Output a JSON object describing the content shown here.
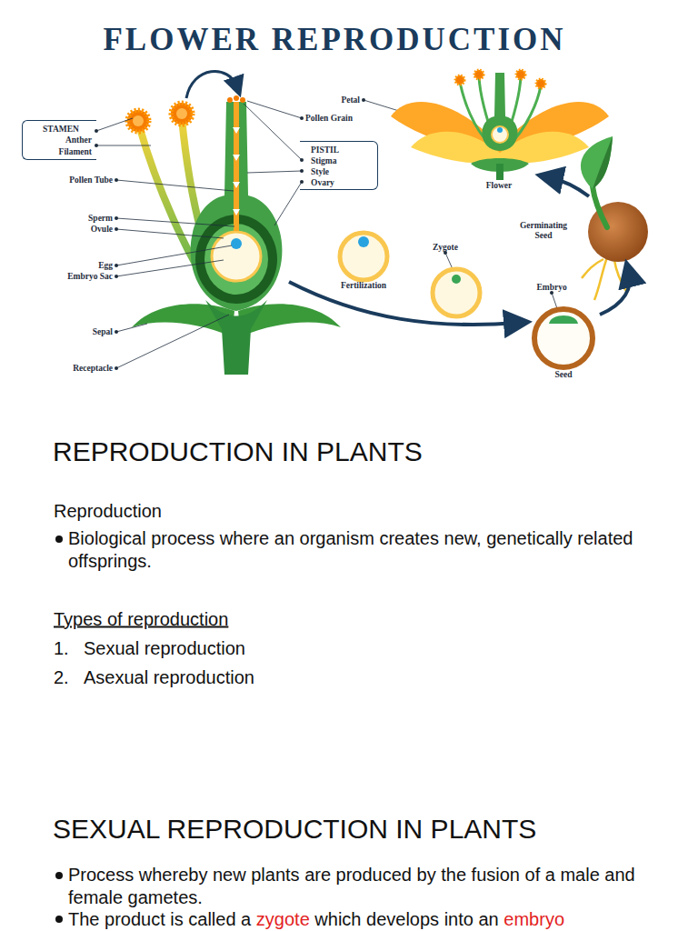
{
  "diagram": {
    "title": "FLOWER REPRODUCTION",
    "nodes": [
      {
        "text": [
          "STAMEN",
          "Anther",
          "Filament"
        ]
      },
      {
        "text": [
          "PISTIL",
          "Stigma",
          "Style",
          "Ovary"
        ]
      }
    ],
    "labels": [
      "Petal",
      "Pollen Grain",
      "Pollen Tube",
      "Sperm",
      "Ovule",
      "Egg",
      "Embryo Sac",
      "Sepal",
      "Receptacle",
      "Flower",
      "Germinating Seed",
      "Fertilization",
      "Zygote",
      "Embryo",
      "Seed",
      "REPRODUCTION IN PLANTS",
      "Reproduction",
      "Biological process where an organism creates new, genetically related offsprings.",
      "Types of reproduction",
      "1.",
      "Sexual reproduction",
      "2.",
      "Asexual reproduction",
      "SEXUAL REPRODUCTION IN PLANTS",
      "Process whereby new plants are produced by the fusion of a male and female gametes.",
      "The product is called a",
      "zygote",
      "which develops into an",
      "embryo"
    ]
  }
}
